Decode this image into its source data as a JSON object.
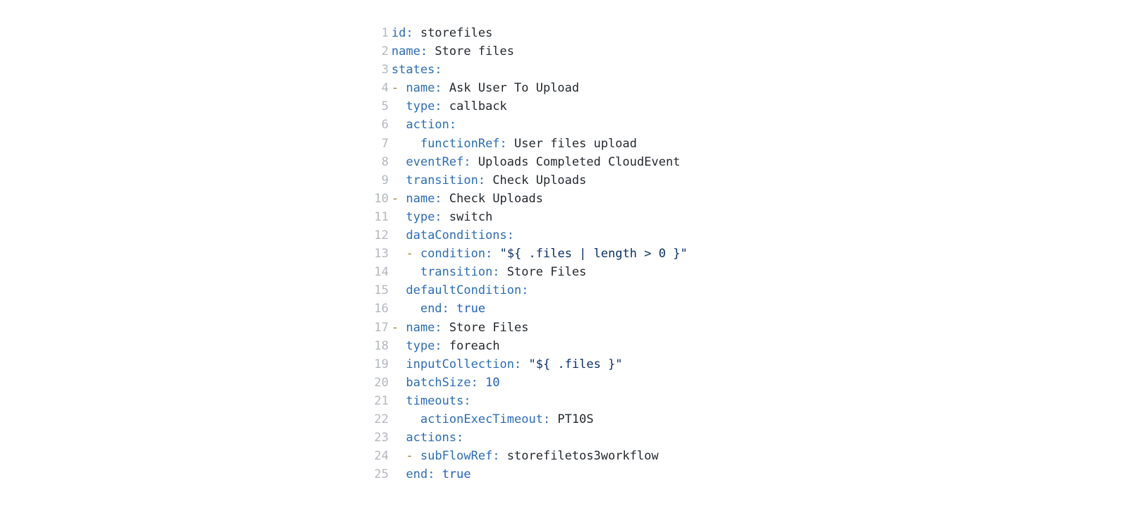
{
  "editor": {
    "language": "yaml",
    "colors": {
      "background": "#ffffff",
      "key": "#2b6cb4",
      "value": "#24292e",
      "string": "#0a3069",
      "constant": "#1f5fc0",
      "dash": "#9c8136",
      "line_number": "#b3b8bf"
    },
    "lines": [
      {
        "num": "1",
        "tokens": [
          {
            "c": "key",
            "t": "id:"
          },
          {
            "c": "val",
            "t": " storefiles"
          }
        ]
      },
      {
        "num": "2",
        "tokens": [
          {
            "c": "key",
            "t": "name:"
          },
          {
            "c": "val",
            "t": " Store files"
          }
        ]
      },
      {
        "num": "3",
        "tokens": [
          {
            "c": "key",
            "t": "states:"
          }
        ]
      },
      {
        "num": "4",
        "tokens": [
          {
            "c": "dash",
            "t": "- "
          },
          {
            "c": "key",
            "t": "name:"
          },
          {
            "c": "val",
            "t": " Ask User To Upload"
          }
        ]
      },
      {
        "num": "5",
        "tokens": [
          {
            "c": "plain",
            "t": "  "
          },
          {
            "c": "key",
            "t": "type:"
          },
          {
            "c": "val",
            "t": " callback"
          }
        ]
      },
      {
        "num": "6",
        "tokens": [
          {
            "c": "plain",
            "t": "  "
          },
          {
            "c": "key",
            "t": "action:"
          }
        ]
      },
      {
        "num": "7",
        "tokens": [
          {
            "c": "plain",
            "t": "    "
          },
          {
            "c": "key",
            "t": "functionRef:"
          },
          {
            "c": "val",
            "t": " User files upload"
          }
        ]
      },
      {
        "num": "8",
        "tokens": [
          {
            "c": "plain",
            "t": "  "
          },
          {
            "c": "key",
            "t": "eventRef:"
          },
          {
            "c": "val",
            "t": " Uploads Completed CloudEvent"
          }
        ]
      },
      {
        "num": "9",
        "tokens": [
          {
            "c": "plain",
            "t": "  "
          },
          {
            "c": "key",
            "t": "transition:"
          },
          {
            "c": "val",
            "t": " Check Uploads"
          }
        ]
      },
      {
        "num": "10",
        "tokens": [
          {
            "c": "dash",
            "t": "- "
          },
          {
            "c": "key",
            "t": "name:"
          },
          {
            "c": "val",
            "t": " Check Uploads"
          }
        ]
      },
      {
        "num": "11",
        "tokens": [
          {
            "c": "plain",
            "t": "  "
          },
          {
            "c": "key",
            "t": "type:"
          },
          {
            "c": "val",
            "t": " switch"
          }
        ]
      },
      {
        "num": "12",
        "tokens": [
          {
            "c": "plain",
            "t": "  "
          },
          {
            "c": "key",
            "t": "dataConditions:"
          }
        ]
      },
      {
        "num": "13",
        "tokens": [
          {
            "c": "plain",
            "t": "  "
          },
          {
            "c": "dash",
            "t": "- "
          },
          {
            "c": "key",
            "t": "condition:"
          },
          {
            "c": "plain",
            "t": " "
          },
          {
            "c": "str",
            "t": "\"${ .files | length > 0 }\""
          }
        ]
      },
      {
        "num": "14",
        "tokens": [
          {
            "c": "plain",
            "t": "    "
          },
          {
            "c": "key",
            "t": "transition:"
          },
          {
            "c": "val",
            "t": " Store Files"
          }
        ]
      },
      {
        "num": "15",
        "tokens": [
          {
            "c": "plain",
            "t": "  "
          },
          {
            "c": "key",
            "t": "defaultCondition:"
          }
        ]
      },
      {
        "num": "16",
        "tokens": [
          {
            "c": "plain",
            "t": "    "
          },
          {
            "c": "key",
            "t": "end:"
          },
          {
            "c": "plain",
            "t": " "
          },
          {
            "c": "num",
            "t": "true"
          }
        ]
      },
      {
        "num": "17",
        "tokens": [
          {
            "c": "dash",
            "t": "- "
          },
          {
            "c": "key",
            "t": "name:"
          },
          {
            "c": "val",
            "t": " Store Files"
          }
        ]
      },
      {
        "num": "18",
        "tokens": [
          {
            "c": "plain",
            "t": "  "
          },
          {
            "c": "key",
            "t": "type:"
          },
          {
            "c": "val",
            "t": " foreach"
          }
        ]
      },
      {
        "num": "19",
        "tokens": [
          {
            "c": "plain",
            "t": "  "
          },
          {
            "c": "key",
            "t": "inputCollection:"
          },
          {
            "c": "plain",
            "t": " "
          },
          {
            "c": "str",
            "t": "\"${ .files }\""
          }
        ]
      },
      {
        "num": "20",
        "tokens": [
          {
            "c": "plain",
            "t": "  "
          },
          {
            "c": "key",
            "t": "batchSize:"
          },
          {
            "c": "plain",
            "t": " "
          },
          {
            "c": "num",
            "t": "10"
          }
        ]
      },
      {
        "num": "21",
        "tokens": [
          {
            "c": "plain",
            "t": "  "
          },
          {
            "c": "key",
            "t": "timeouts:"
          }
        ]
      },
      {
        "num": "22",
        "tokens": [
          {
            "c": "plain",
            "t": "    "
          },
          {
            "c": "key",
            "t": "actionExecTimeout:"
          },
          {
            "c": "val",
            "t": " PT10S"
          }
        ]
      },
      {
        "num": "23",
        "tokens": [
          {
            "c": "plain",
            "t": "  "
          },
          {
            "c": "key",
            "t": "actions:"
          }
        ]
      },
      {
        "num": "24",
        "tokens": [
          {
            "c": "plain",
            "t": "  "
          },
          {
            "c": "dash",
            "t": "- "
          },
          {
            "c": "key",
            "t": "subFlowRef:"
          },
          {
            "c": "val",
            "t": " storefiletos3workflow"
          }
        ]
      },
      {
        "num": "25",
        "tokens": [
          {
            "c": "plain",
            "t": "  "
          },
          {
            "c": "key",
            "t": "end:"
          },
          {
            "c": "plain",
            "t": " "
          },
          {
            "c": "num",
            "t": "true"
          }
        ]
      }
    ]
  }
}
